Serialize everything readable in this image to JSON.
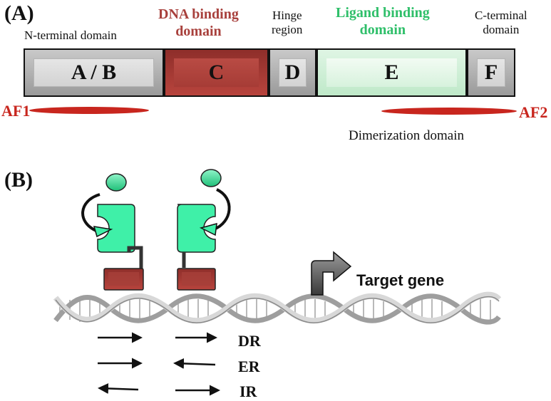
{
  "panel_a": {
    "letter": "(A)",
    "titles": {
      "n_terminal": "N-terminal domain",
      "dna_binding": [
        "DNA binding",
        "domain"
      ],
      "hinge": [
        "Hinge",
        "region"
      ],
      "ligand_binding": [
        "Ligand binding",
        "domain"
      ],
      "c_terminal": [
        "C-terminal",
        "domain"
      ]
    },
    "domains": [
      {
        "letter": "A / B"
      },
      {
        "letter": "C"
      },
      {
        "letter": "D"
      },
      {
        "letter": "E"
      },
      {
        "letter": "F"
      }
    ],
    "af1": "AF1",
    "af2": "AF2",
    "dimerization": "Dimerization domain"
  },
  "panel_b": {
    "letter": "(B)",
    "target_gene": "Target gene",
    "repeats": [
      {
        "label": "DR",
        "left": "right",
        "right": "right"
      },
      {
        "label": "ER",
        "left": "right",
        "right": "left"
      },
      {
        "label": "IR",
        "left": "left",
        "right": "right"
      }
    ]
  },
  "colors": {
    "dna_binding": "#a8403c",
    "ligand_binding": "#2fbf6a",
    "af": "#c8261e",
    "receptor": "#3ff0a8"
  }
}
